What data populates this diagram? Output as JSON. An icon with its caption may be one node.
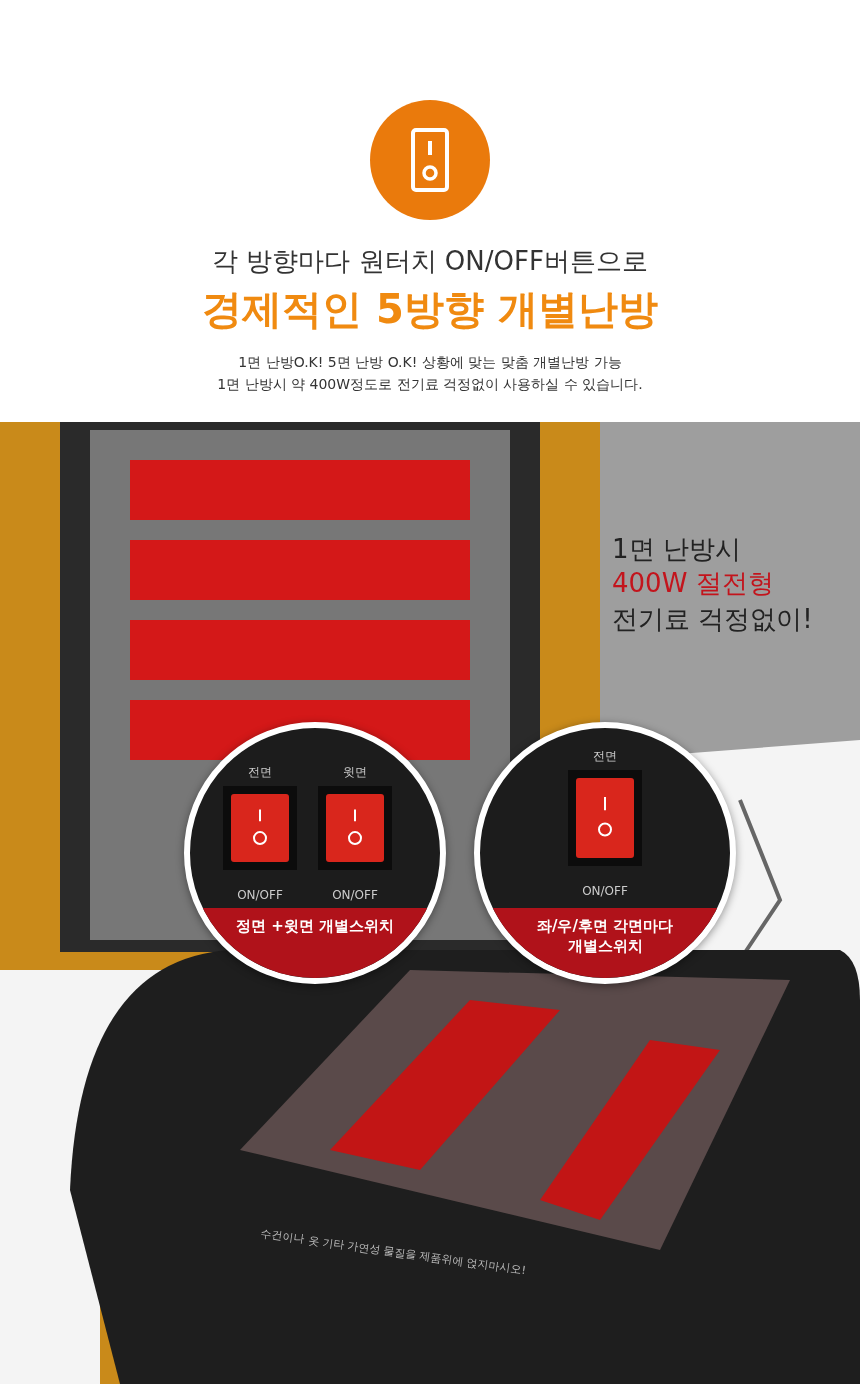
{
  "diagram": {
    "title": "각 방향마다 원터치 ON/OFF버튼으로",
    "nodes": [
      {
        "text": [
          "전면",
          "윗면",
          "ON/OFF",
          "ON/OFF",
          "정면 +윗면 개별스위치"
        ]
      },
      {
        "text": [
          "전면",
          "ON/OFF",
          "좌/우/후면 각면마다 개별스위치"
        ]
      }
    ],
    "labels": [
      "경제적인 5방향 개별난방",
      "1면 난방O.K! 5면 난방 O.K! 상황에 맞는 맞춤 개별난방 가능",
      "1면 난방시 약 400W정도로 전기료 걱정없이 사용하실 수 있습니다.",
      "1면 난방시",
      "400W 절전형",
      "전기료 걱정없이!",
      "수건이나 옷 기타 가연성 물질을 제품위에 얹지마시오!"
    ]
  }
}
